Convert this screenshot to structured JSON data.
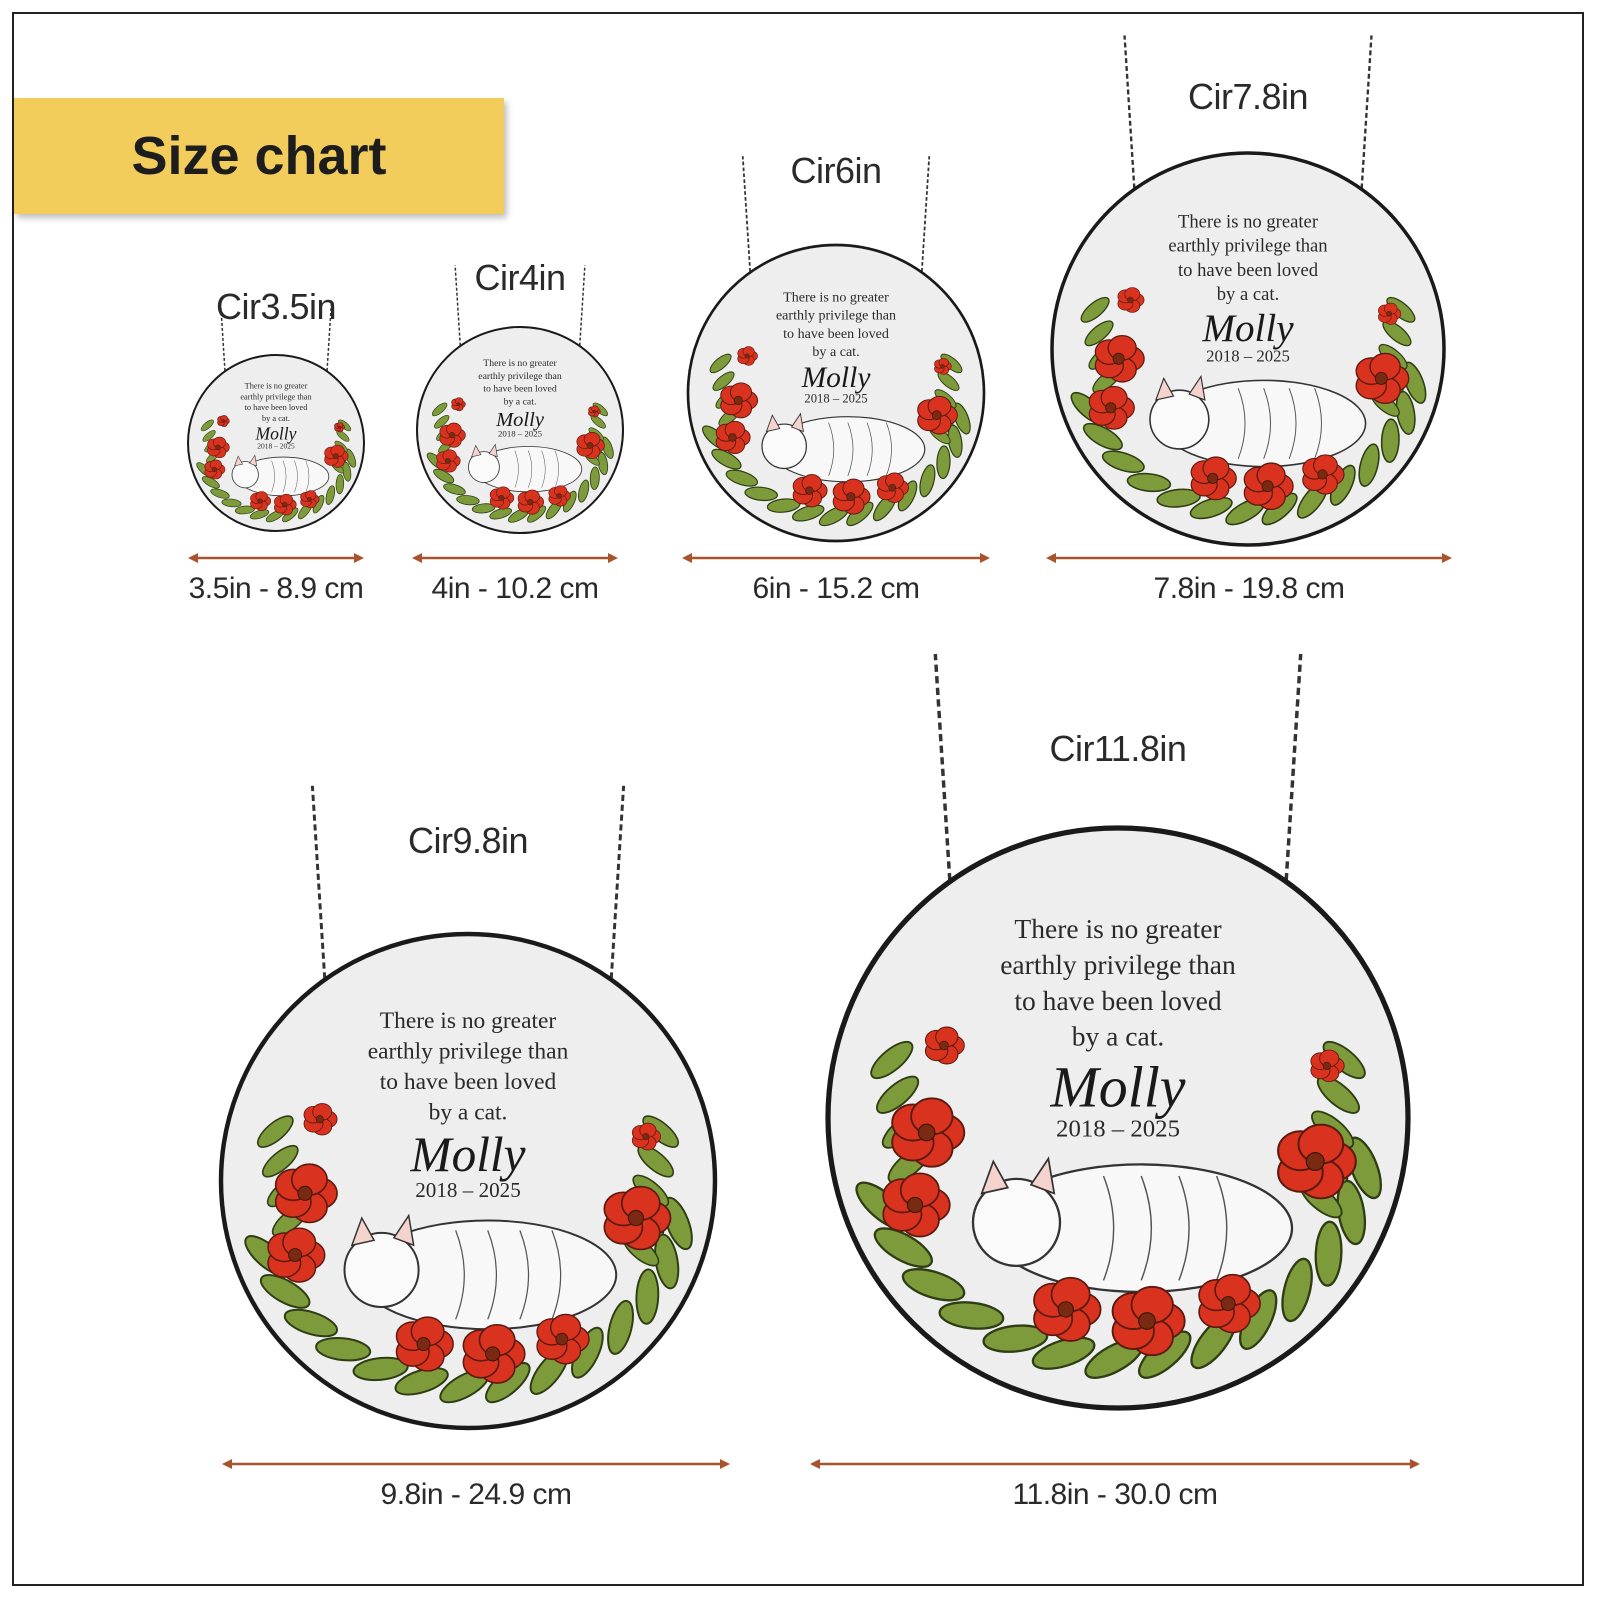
{
  "banner": {
    "title": "Size chart"
  },
  "colors": {
    "banner": "#f2cd5c",
    "arrow": "#a9532d",
    "glass": "#eeeeee",
    "poppy": "#d9321f",
    "leaf": "#7d9b3a",
    "frame": "#1a1a1a"
  },
  "ornament": {
    "quote_lines": [
      "There is no greater",
      "earthly privilege than",
      "to have been loved",
      "by a cat."
    ],
    "name": "Molly",
    "years": "2018  –  2025"
  },
  "sizes": [
    {
      "id": "cir3-5",
      "label": "Cir3.5in",
      "dimension": "3.5in - 8.9 cm"
    },
    {
      "id": "cir4",
      "label": "Cir4in",
      "dimension": "4in - 10.2 cm"
    },
    {
      "id": "cir6",
      "label": "Cir6in",
      "dimension": "6in - 15.2 cm"
    },
    {
      "id": "cir7-8",
      "label": "Cir7.8in",
      "dimension": "7.8in - 19.8 cm"
    },
    {
      "id": "cir9-8",
      "label": "Cir9.8in",
      "dimension": "9.8in - 24.9 cm"
    },
    {
      "id": "cir11-8",
      "label": "Cir11.8in",
      "dimension": "11.8in - 30.0 cm"
    }
  ]
}
